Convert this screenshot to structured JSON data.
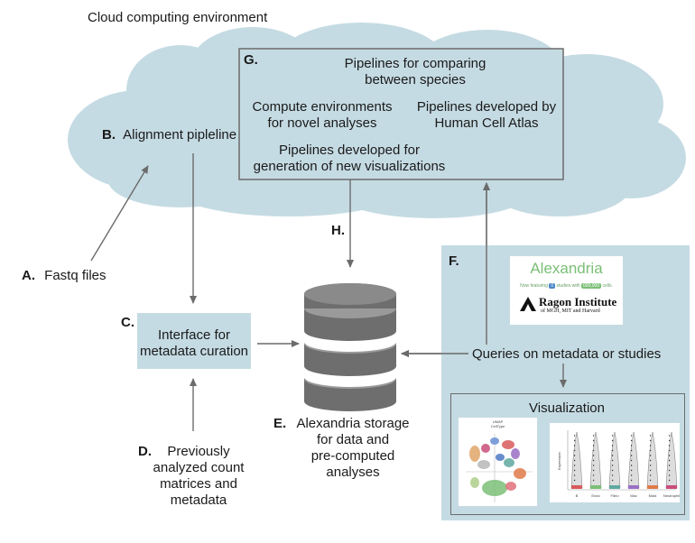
{
  "cloud_label": "Cloud computing environment",
  "nodes": {
    "a": {
      "letter": "A.",
      "text": "Fastq files"
    },
    "b": {
      "letter": "B.",
      "text": "Alignment pipleline"
    },
    "c": {
      "letter": "C.",
      "lines": [
        "Interface for",
        "metadata curation"
      ]
    },
    "d": {
      "letter": "D.",
      "lines": [
        "Previously",
        "analyzed count",
        "matrices and",
        "metadata"
      ]
    },
    "e": {
      "letter": "E.",
      "lines": [
        "Alexandria storage",
        "for data and",
        "pre-computed",
        "analyses"
      ]
    },
    "f": {
      "letter": "F.",
      "query": "Queries on metadata or studies",
      "viz_title": "Visualization"
    },
    "g": {
      "letter": "G.",
      "species": [
        "Pipelines for comparing",
        "between species"
      ],
      "compute": [
        "Compute environments",
        "for novel analyses"
      ],
      "hca": [
        "Pipelines developed by",
        "Human Cell Atlas"
      ],
      "viz": [
        "Pipelines developed for",
        "generation of new visualizations"
      ]
    },
    "h": {
      "letter": "H."
    }
  },
  "alexandria_card": {
    "title": "Alexandria",
    "feature_prefix": "Now featuring",
    "feature_studies_count": "0",
    "feature_mid": "studies with",
    "feature_cells_count": "000,000",
    "feature_suffix": "cells.",
    "institute": "Ragon Institute",
    "institute_sub": "of MGH, MIT and Harvard"
  },
  "umap_thumb": {
    "title_line1": "UMAP",
    "title_line2": "CellType"
  },
  "violin_thumb": {
    "ylabel": "Expression",
    "categories": [
      "B",
      "Endo",
      "Fibro",
      "Mac",
      "Mast",
      "Neutrophil"
    ]
  },
  "colors": {
    "cloud": "#c5dbe3",
    "panel": "#c5dbe3",
    "box_border": "#6b6b6b",
    "arrow": "#6b6b6b",
    "database_gray": "#6e6e6e",
    "database_light": "#9a9a9a"
  }
}
